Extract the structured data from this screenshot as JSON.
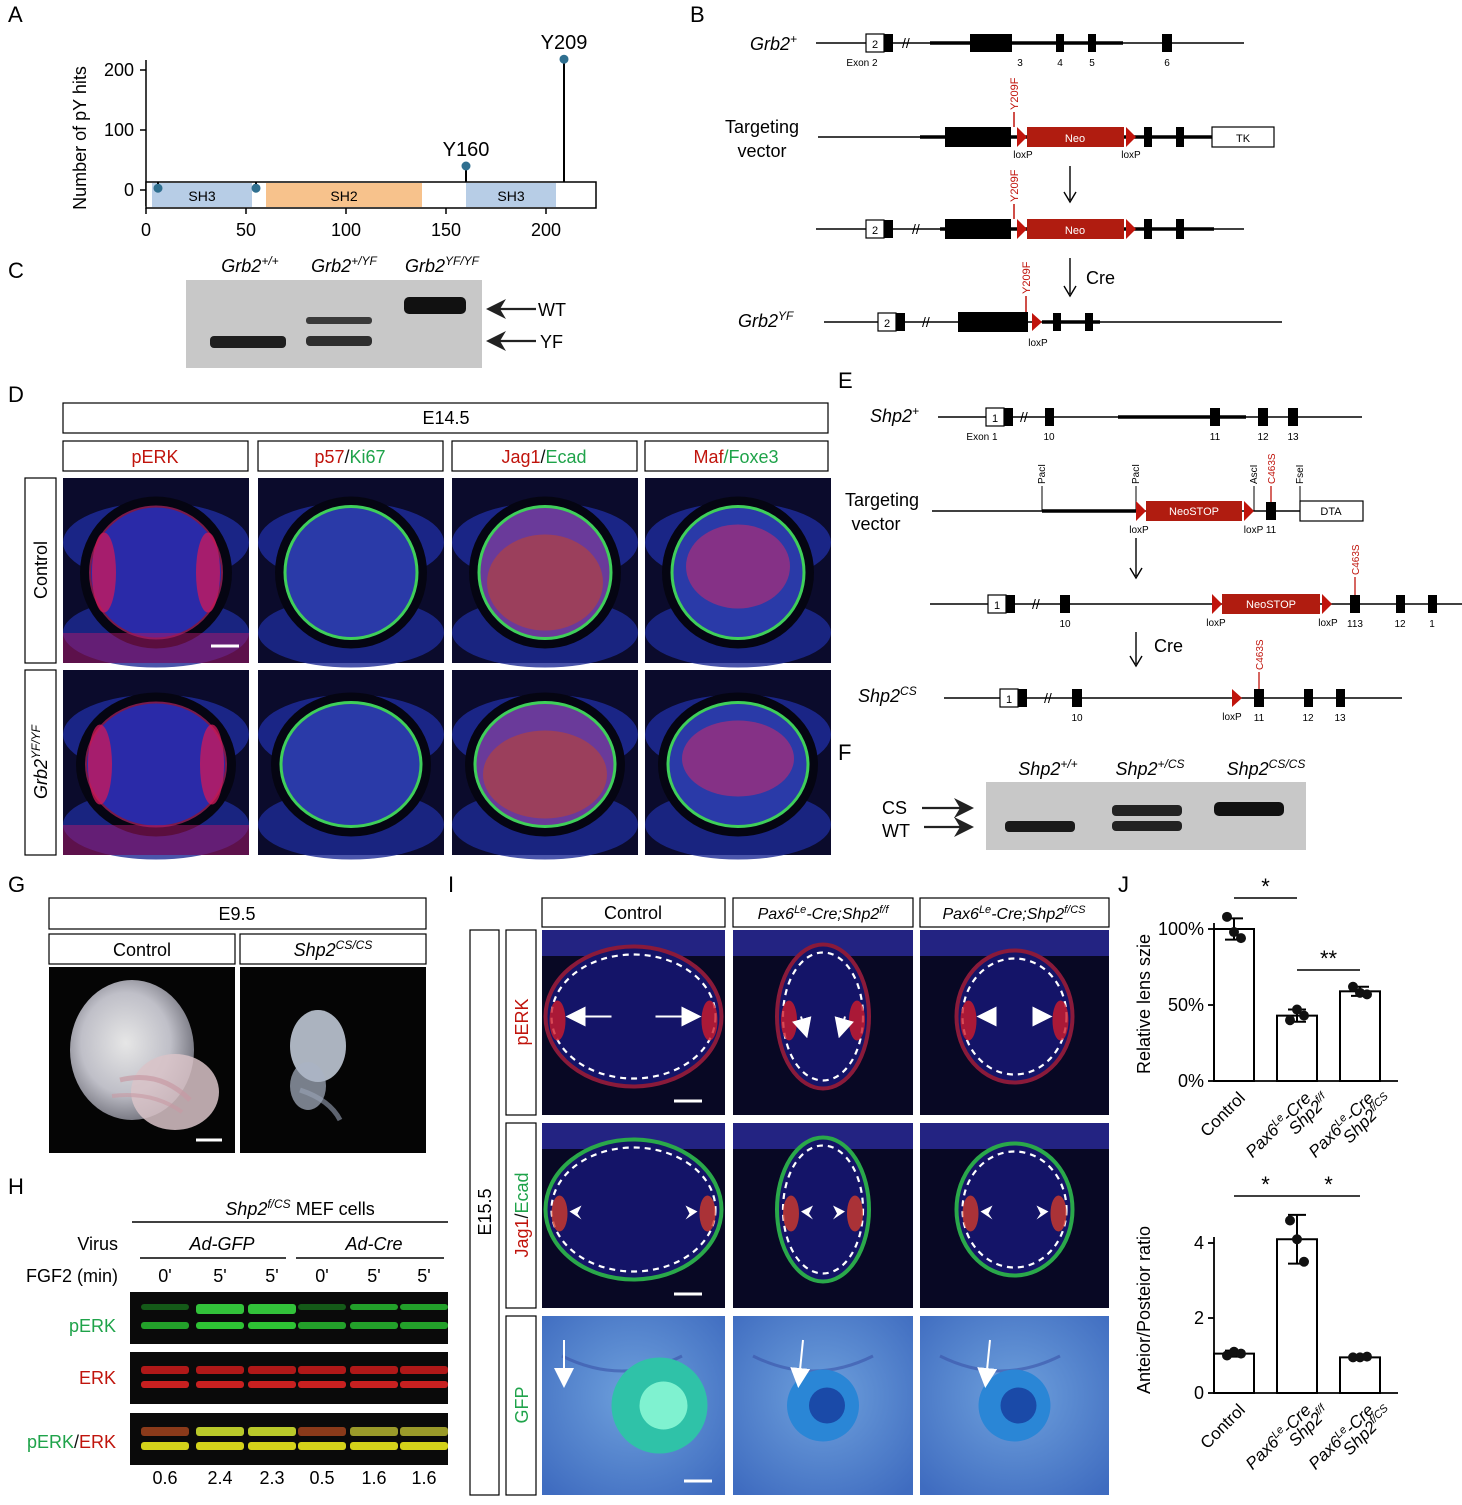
{
  "panel_letters": {
    "A": "A",
    "B": "B",
    "C": "C",
    "D": "D",
    "E": "E",
    "F": "F",
    "G": "G",
    "H": "H",
    "I": "I",
    "J": "J"
  },
  "colors": {
    "sh3": "#b7cde6",
    "sh2": "#f7c28c",
    "lollipop": "#2f6f8f",
    "red": "#c0140c",
    "green": "#1fa34a",
    "neo": "#b01c10",
    "gel": "#c9c9c9",
    "band": "#1b1b1b"
  },
  "panelA": {
    "ylabel": "Number of pY hits",
    "xticks": [
      "0",
      "50",
      "100",
      "150",
      "200"
    ],
    "yticks": [
      "0",
      "100",
      "200"
    ],
    "domains": [
      {
        "name": "SH3",
        "start": 3,
        "end": 53,
        "color": "#b7cde6"
      },
      {
        "name": "SH2",
        "start": 60,
        "end": 138,
        "color": "#f7c28c"
      },
      {
        "name": "SH3",
        "start": 160,
        "end": 205,
        "color": "#b7cde6"
      }
    ],
    "sites": [
      {
        "label": "",
        "pos": 6,
        "hits": 3
      },
      {
        "label": "",
        "pos": 55,
        "hits": 3
      },
      {
        "label": "Y160",
        "pos": 160,
        "hits": 40
      },
      {
        "label": "Y209",
        "pos": 209,
        "hits": 218
      }
    ]
  },
  "panelB": {
    "grb2_wt": "Grb2",
    "grb2_wt_sup": "+",
    "exon2_box": "2",
    "exon2_label": "Exon 2",
    "exon_numbers": [
      "3",
      "4",
      "5",
      "6"
    ],
    "targeting_1": "Targeting",
    "targeting_2": "vector",
    "mutation": "Y209F",
    "neo": "Neo",
    "tk": "TK",
    "loxp": "loxP",
    "cre": "Cre",
    "grb2_yf": "Grb2",
    "grb2_yf_sup": "YF"
  },
  "panelC": {
    "lanes": [
      {
        "base": "Grb2",
        "sup": "+/+"
      },
      {
        "base": "Grb2",
        "sup": "+/YF"
      },
      {
        "base": "Grb2",
        "sup": "YF/YF"
      }
    ],
    "wt": "WT",
    "yf": "YF"
  },
  "panelD": {
    "stage": "E14.5",
    "stains": [
      {
        "parts": [
          {
            "t": "pERK",
            "c": "red"
          }
        ]
      },
      {
        "parts": [
          {
            "t": "p57",
            "c": "red"
          },
          {
            "t": "/",
            "c": "black"
          },
          {
            "t": "Ki67",
            "c": "green"
          }
        ]
      },
      {
        "parts": [
          {
            "t": "Jag1",
            "c": "red"
          },
          {
            "t": "/",
            "c": "black"
          },
          {
            "t": "Ecad",
            "c": "green"
          }
        ]
      },
      {
        "parts": [
          {
            "t": "Maf",
            "c": "red"
          },
          {
            "t": "/",
            "c": "green"
          },
          {
            "t": "Foxe3",
            "c": "green"
          }
        ]
      }
    ],
    "row_control": "Control",
    "row_mut_base": "Grb2",
    "row_mut_sup": "YF/YF"
  },
  "panelE": {
    "shp2_wt": "Shp2",
    "shp2_wt_sup": "+",
    "exon1_box": "1",
    "exon1_label": "Exon 1",
    "wt_exons": [
      "10",
      "11",
      "12",
      "13"
    ],
    "targeting_1": "Targeting",
    "targeting_2": "vector",
    "pacl1": "PacI",
    "pacl2": "PacI",
    "ascl": "AscI",
    "fsel": "FseI",
    "mutation": "C463S",
    "neostop": "NeoSTOP",
    "dta": "DTA",
    "loxp": "loxP",
    "loxp11": "loxP 11",
    "row3_exons": [
      "10",
      "113",
      "12",
      "1"
    ],
    "cre": "Cre",
    "shp2_cs": "Shp2",
    "shp2_cs_sup": "CS",
    "cs_exons": [
      "10",
      "11",
      "12",
      "13"
    ]
  },
  "panelF": {
    "lanes": [
      {
        "base": "Shp2",
        "sup": "+/+"
      },
      {
        "base": "Shp2",
        "sup": "+/CS"
      },
      {
        "base": "Shp2",
        "sup": "CS/CS"
      }
    ],
    "cs": "CS",
    "wt": "WT"
  },
  "panelG": {
    "stage": "E9.5",
    "control": "Control",
    "mut_base": "Shp2",
    "mut_sup": "CS/CS"
  },
  "panelH": {
    "cells_base": "Shp2",
    "cells_sup": "f/CS",
    "cells_rest": " MEF cells",
    "virus": "Virus",
    "ad_gfp": "Ad-GFP",
    "ad_cre": "Ad-Cre",
    "fgf2": "FGF2 (min)",
    "times": [
      "0'",
      "5'",
      "5'",
      "0'",
      "5'",
      "5'"
    ],
    "blot_perk": "pERK",
    "blot_erk": "ERK",
    "blot_merge_a": "pERK",
    "blot_merge_sep": "/",
    "blot_merge_b": "ERK",
    "ratios": [
      "0.6",
      "2.4",
      "2.3",
      "0.5",
      "1.6",
      "1.6"
    ]
  },
  "panelI": {
    "stage": "E15.5",
    "col_control": "Control",
    "col2_a": "Pax6",
    "col2_sup": "Le",
    "col2_b": "-Cre;Shp2",
    "col2_sup2": "f/f",
    "col3_a": "Pax6",
    "col3_sup": "Le",
    "col3_b": "-Cre;Shp2",
    "col3_sup2": "f/CS",
    "row1": "pERK",
    "row2_a": "Jag1",
    "row2_sep": "/",
    "row2_b": "Ecad",
    "row3": "GFP"
  },
  "panelJ": {
    "top": {
      "ylabel": "Relative lens szie",
      "yticks": [
        "0%",
        "50%",
        "100%"
      ],
      "sig1": "*",
      "sig2": "**"
    },
    "bottom": {
      "ylabel": "Anteior/Posteior ratio",
      "yticks": [
        "0",
        "2",
        "4"
      ],
      "sig1": "*",
      "sig2": "*"
    },
    "xcat_control": "Control",
    "xcat2_a": "Pax6",
    "xcat2_sup": "Le",
    "xcat2_b": "-Cre",
    "xcat2_c": "Shp2",
    "xcat2_sup2": "f/f",
    "xcat3_a": "Pax6",
    "xcat3_sup": "Le",
    "xcat3_b": "-Cre",
    "xcat3_c": "Shp2",
    "xcat3_sup2": "f/CS"
  },
  "chart_data": [
    {
      "type": "lollipop",
      "ylabel": "Number of pY hits",
      "xlim": [
        0,
        225
      ],
      "ylim": [
        0,
        230
      ],
      "x": [
        6,
        55,
        160,
        209
      ],
      "y": [
        3,
        3,
        40,
        218
      ],
      "labels": [
        "",
        "",
        "Y160",
        "Y209"
      ]
    },
    {
      "type": "bar",
      "ylabel": "Relative lens szie",
      "categories": [
        "Control",
        "Pax6Le-Cre Shp2f/f",
        "Pax6Le-Cre Shp2f/CS"
      ],
      "values": [
        100,
        43,
        59
      ],
      "errors": [
        7,
        4,
        3
      ],
      "points": [
        [
          108,
          98,
          94
        ],
        [
          40,
          47,
          43
        ],
        [
          62,
          58,
          57
        ]
      ],
      "ylim": [
        0,
        110
      ]
    },
    {
      "type": "bar",
      "ylabel": "Anteior/Posteior ratio",
      "categories": [
        "Control",
        "Pax6Le-Cre Shp2f/f",
        "Pax6Le-Cre Shp2f/CS"
      ],
      "values": [
        1.05,
        4.1,
        0.95
      ],
      "errors": [
        0.08,
        0.65,
        0.05
      ],
      "points": [
        [
          1.0,
          1.1,
          1.05
        ],
        [
          4.6,
          4.1,
          3.5
        ],
        [
          0.95,
          0.95,
          0.97
        ]
      ],
      "ylim": [
        0,
        4.8
      ]
    }
  ]
}
